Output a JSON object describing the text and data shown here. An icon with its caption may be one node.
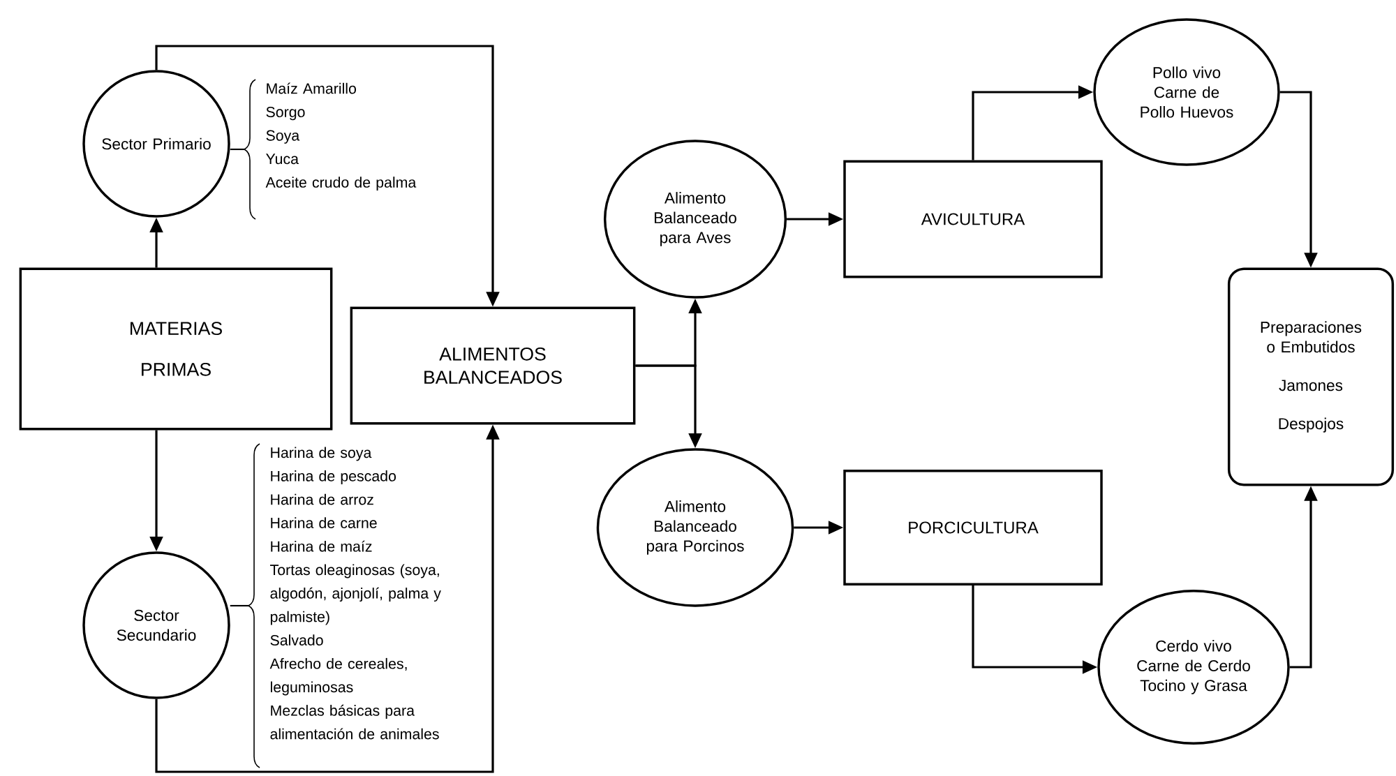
{
  "diagram": {
    "nodes": [
      {
        "text": [
          "MATERIAS PRIMAS"
        ]
      },
      {
        "text": [
          "Sector Primario"
        ],
        "beside": [
          "Maíz Amarillo",
          "Sorgo",
          "Soya",
          "Yuca",
          "Aceite crudo de palma"
        ]
      },
      {
        "text": [
          "Sector Secundario"
        ],
        "beside": [
          "Harina de soya",
          "Harina de pescado",
          "Harina de arroz",
          "Harina de carne",
          "Harina de maíz",
          "Tortas oleaginosas (soya, algodón, ajonjolí, palma y palmiste)",
          "Salvado",
          "Afrecho de cereales, leguminosas",
          "Mezclas básicas para alimentación de animales"
        ]
      },
      {
        "text": [
          "ALIMENTOS BALANCEADOS"
        ]
      },
      {
        "text": [
          "Alimento Balanceado para Aves"
        ]
      },
      {
        "text": [
          "Alimento Balanceado para Porcinos"
        ]
      },
      {
        "text": [
          "AVICULTURA"
        ]
      },
      {
        "text": [
          "PORCICULTURA"
        ]
      },
      {
        "text": [
          "Pollo vivo Carne de Pollo Huevos"
        ]
      },
      {
        "text": [
          "Cerdo vivo Carne de Cerdo Tocino y Grasa"
        ]
      },
      {
        "text": [
          "Preparaciones o Embutidos",
          "Jamones",
          "Despojos"
        ]
      }
    ],
    "edges": [
      {
        "from": 0,
        "to": 1,
        "arrow": "to"
      },
      {
        "from": 0,
        "to": 2,
        "arrow": "to"
      },
      {
        "from": 1,
        "to": 3,
        "arrow": "to"
      },
      {
        "from": 2,
        "to": 3,
        "arrow": "to"
      },
      {
        "from": 3,
        "to": 4,
        "arrow": "to"
      },
      {
        "from": 3,
        "to": 5,
        "arrow": "to"
      },
      {
        "from": 4,
        "to": 6,
        "arrow": "to"
      },
      {
        "from": 5,
        "to": 7,
        "arrow": "to"
      },
      {
        "from": 6,
        "to": 8,
        "arrow": "to"
      },
      {
        "from": 7,
        "to": 9,
        "arrow": "to"
      },
      {
        "from": 8,
        "to": 10,
        "arrow": "to"
      },
      {
        "from": 9,
        "to": 10,
        "arrow": "to"
      }
    ]
  }
}
